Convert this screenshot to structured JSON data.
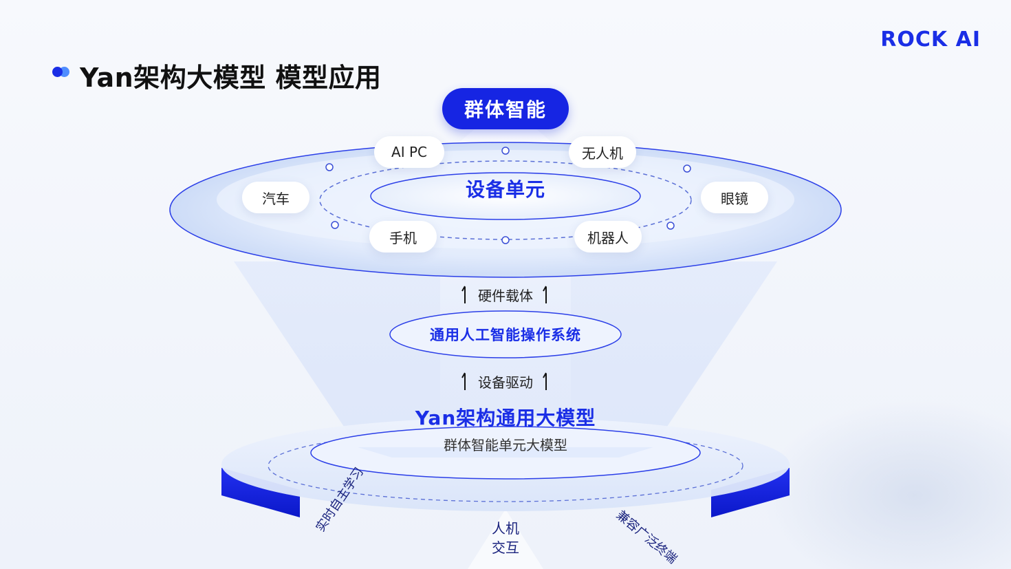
{
  "header": {
    "title": "Yan架构大模型 模型应用",
    "logo": "ROCK AI"
  },
  "diagram": {
    "top": "群体智能",
    "device_layer": {
      "label": "设备单元",
      "devices": [
        "AI PC",
        "无人机",
        "汽车",
        "眼镜",
        "手机",
        "机器人"
      ]
    },
    "arrow_upper": "硬件载体",
    "os_layer": "通用人工智能操作系统",
    "arrow_lower": "设备驱动",
    "model_layer": {
      "title": "Yan架构通用大模型",
      "subtitle": "群体智能单元大模型"
    },
    "features": {
      "left": "实时自主学习",
      "center_line1": "人机",
      "center_line2": "交互",
      "right": "兼容广泛终端"
    }
  },
  "colors": {
    "accent": "#1625e3",
    "accent_light": "#4f8dff",
    "text_dark": "#111111"
  }
}
